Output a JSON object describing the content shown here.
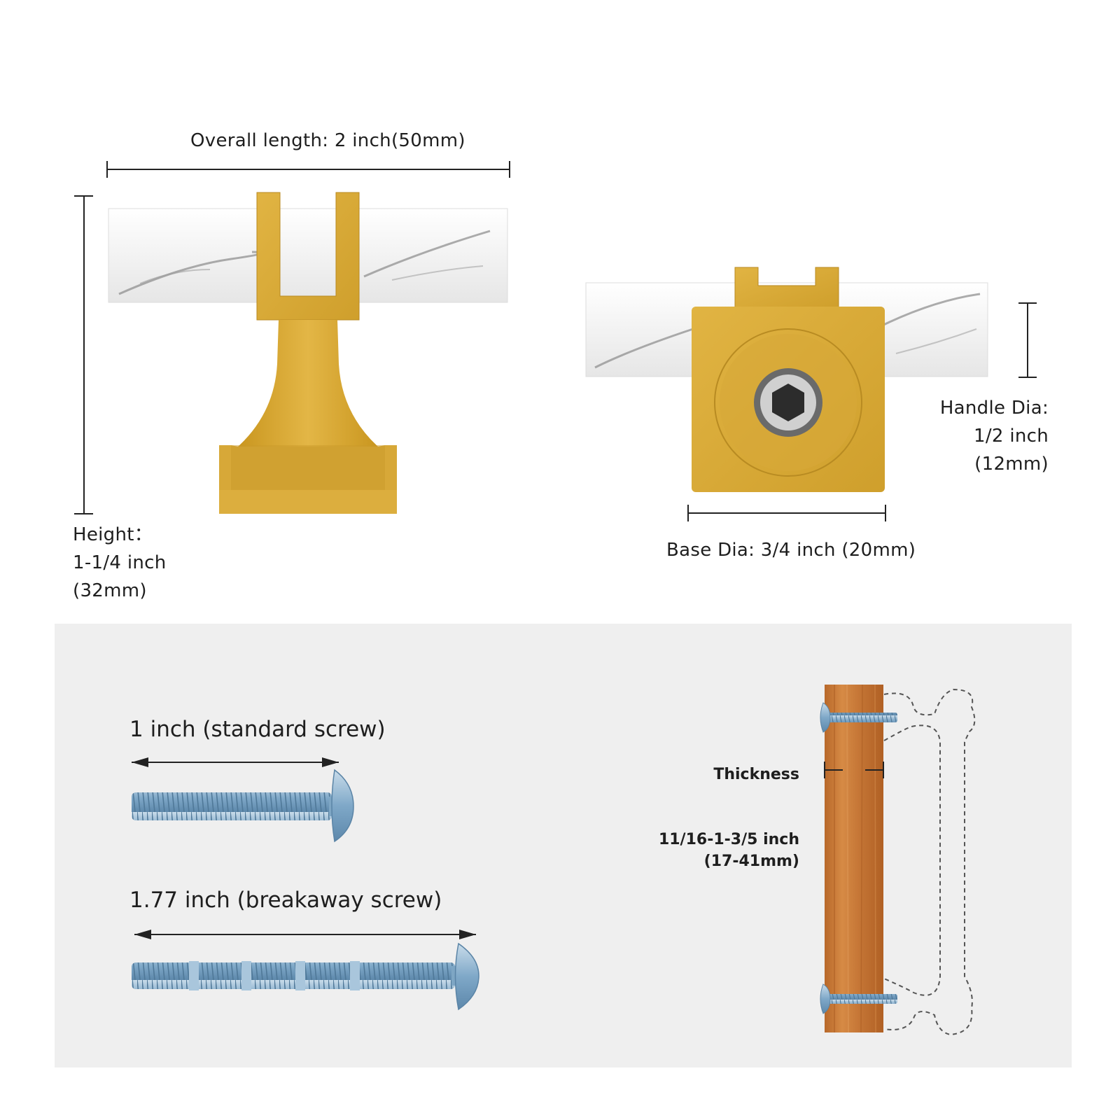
{
  "dimensions": {
    "overall_length": "Overall length: 2 inch(50mm)",
    "height": [
      "Height：",
      "1-1/4 inch",
      "(32mm)"
    ],
    "handle_dia": [
      "Handle Dia:",
      "1/2 inch",
      "(12mm)"
    ],
    "base_dia": "Base Dia: 3/4 inch (20mm)"
  },
  "screws": {
    "standard": "1 inch (standard screw)",
    "breakaway": "1.77 inch (breakaway screw)"
  },
  "thickness": {
    "label": "Thickness",
    "range": [
      "11/16-1-3/5 inch",
      "(17-41mm)"
    ]
  },
  "colors": {
    "gold": "#d9a934",
    "gold_dark": "#b98a22",
    "marble": "#f2f2f2",
    "vein": "#8a8a8a",
    "wood": "#c97a38",
    "screw": "#8fb6d4",
    "panel": "#efefef"
  }
}
